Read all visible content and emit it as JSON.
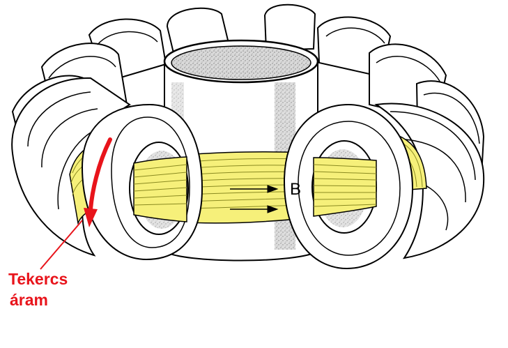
{
  "diagram": {
    "field_label": "B",
    "coil_current_label_line1": "Tekercs",
    "coil_current_label_line2": "áram"
  },
  "colors": {
    "plasma_fill": "#f6f07a",
    "plasma_stroke": "#8a8a20",
    "coil_fill": "#ffffff",
    "outline": "#000000",
    "core_shading": "#9a9a9a",
    "current_arrow": "#e8141b",
    "label_red": "#e8141b"
  },
  "icons": {
    "current_arrow": "red-curved-arrow-icon",
    "field_arrow": "field-direction-arrow-icon"
  }
}
